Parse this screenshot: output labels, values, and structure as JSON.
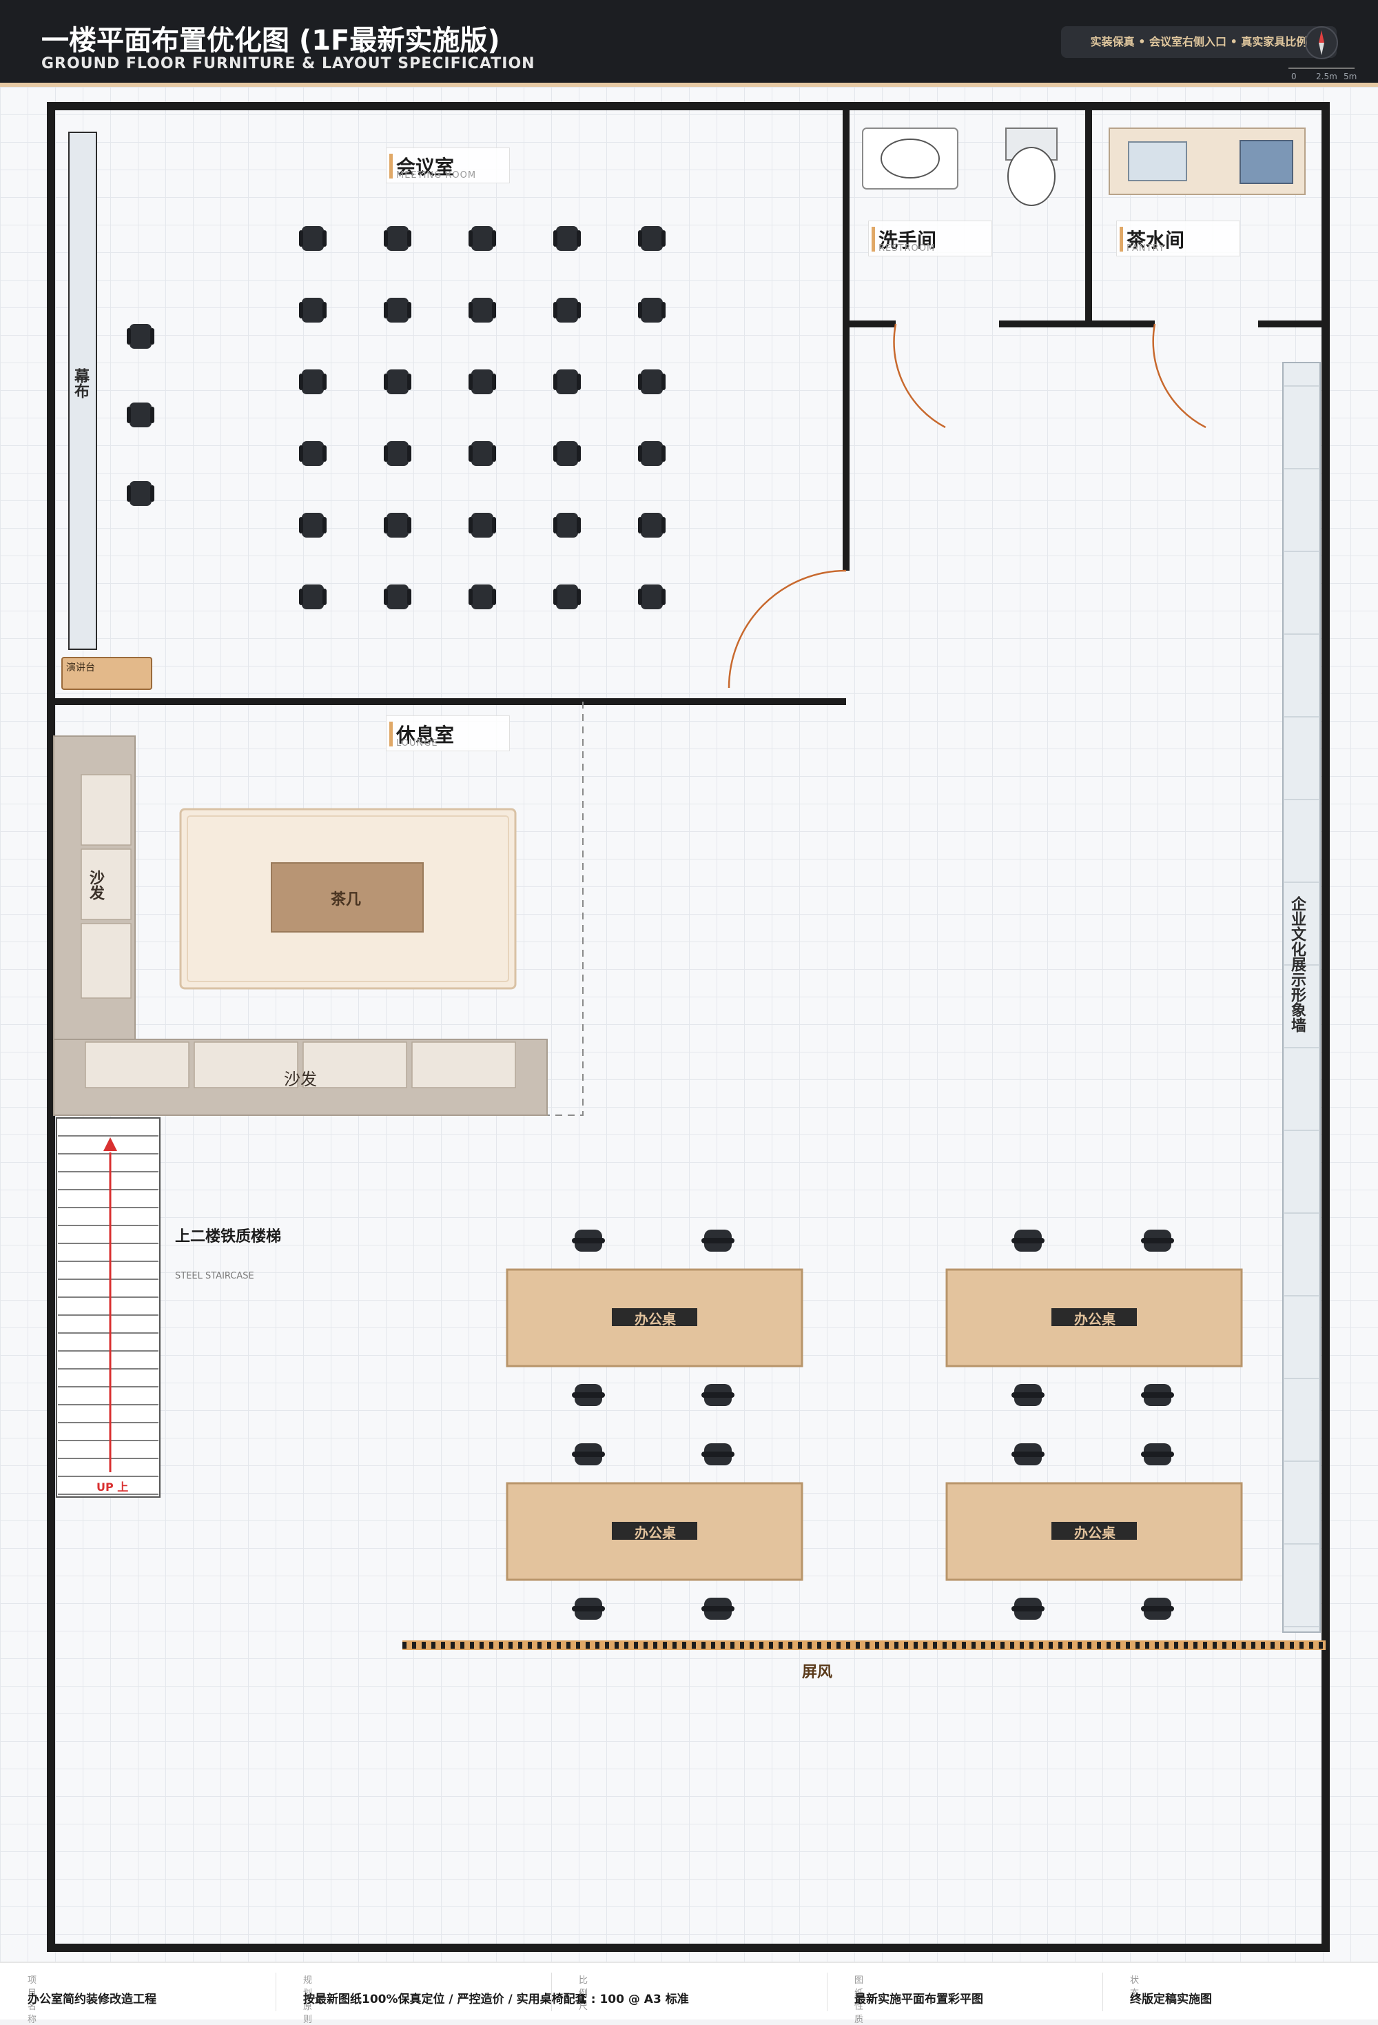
{
  "header": {
    "title": "一楼平面布置优化图 (1F最新实施版)",
    "subtitle": "GROUND FLOOR FURNITURE & LAYOUT SPECIFICATION",
    "note": "实装保真 • 会议室右侧入口 • 真实家具比例",
    "scale_labels": [
      "0",
      "2.5m",
      "5m"
    ]
  },
  "rooms": {
    "meeting": {
      "zh": "会议室",
      "en": "MEETING ROOM"
    },
    "restroom": {
      "zh": "洗手间",
      "en": "RESTROOM"
    },
    "pantry": {
      "zh": "茶水间",
      "en": "PANTRY"
    },
    "lounge": {
      "zh": "休息室",
      "en": "LOUNGE"
    }
  },
  "labels": {
    "screen": "幕布",
    "podium": "演讲台",
    "sofa_side": "沙发",
    "sofa_front": "沙发",
    "coffee_table": "茶几",
    "culture_wall": "企业文化展示形象墙",
    "stair_title": "上二楼铁质楼梯",
    "stair_sub": "STEEL STAIRCASE",
    "stair_up": "UP 上",
    "partition": "屏风",
    "desk": "办公桌"
  },
  "footer": [
    {
      "caption": "项目名称",
      "value": "办公室简约装修改造工程"
    },
    {
      "caption": "规划原则",
      "value": "按最新图纸100%保真定位 / 严控造价 / 实用桌椅配套"
    },
    {
      "caption": "比例尺",
      "value": "1 : 100 @ A3 标准"
    },
    {
      "caption": "图纸性质",
      "value": "最新实施平面布置彩平图"
    },
    {
      "caption": "状态",
      "value": "终版定稿实施图"
    }
  ],
  "colors": {
    "wall": "#1c1c1c",
    "wood": "#e3c39d",
    "sofa": "#c9bfb4",
    "door": "#c8692e",
    "stair_arrow": "#d93030",
    "accent": "#e0a867"
  }
}
